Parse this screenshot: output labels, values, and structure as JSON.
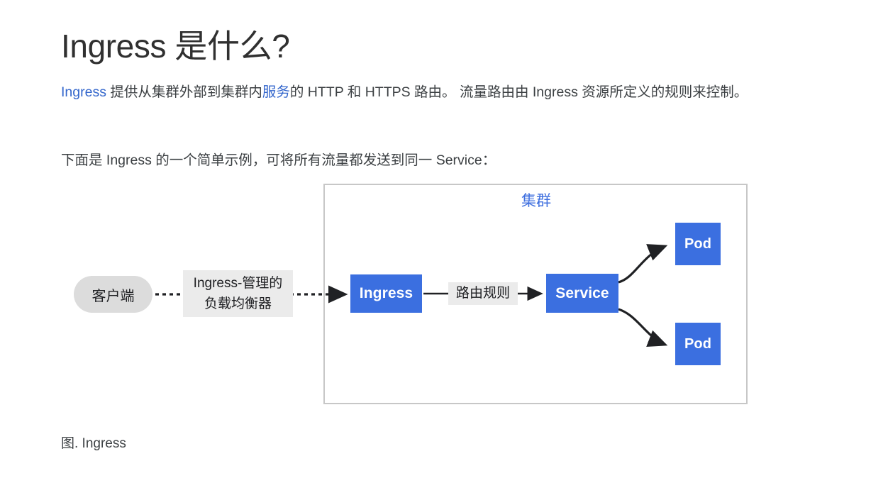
{
  "page": {
    "title": "Ingress 是什么?",
    "paragraphs": [
      {
        "segments": [
          {
            "text": "Ingress",
            "link": true
          },
          {
            "text": " 提供从集群外部到集群内",
            "link": false
          },
          {
            "text": "服务",
            "link": true
          },
          {
            "text": "的 HTTP 和 HTTPS 路由。 流量路由由 Ingress 资源所定义的规则来控制。",
            "link": false
          }
        ],
        "plain": "Ingress 提供从集群外部到集群内服务的 HTTP 和 HTTPS 路由。 流量路由由 Ingress 资源所定义的规则来控制。"
      },
      {
        "plain": "下面是 Ingress 的一个简单示例，可将所有流量都发送到同一 Service："
      }
    ],
    "figure_caption": "图. Ingress"
  },
  "links": {
    "ingress_label": "Ingress",
    "service_label": "服务"
  },
  "diagram": {
    "cluster_label": "集群",
    "nodes": {
      "client": "客户端",
      "ingress": "Ingress",
      "service": "Service",
      "pod_top": "Pod",
      "pod_bottom": "Pod"
    },
    "edge_labels": {
      "load_balancer_line1": "Ingress-管理的",
      "load_balancer_line2": "负载均衡器",
      "routing_rule": "路由规则"
    }
  },
  "colors": {
    "accent_blue": "#3b6fe0",
    "cluster_label_blue": "#3f6fdf",
    "link_blue": "#3366cc",
    "client_gray": "#dcdcdc",
    "edge_label_gray": "#ebebeb",
    "cluster_border_gray": "#c7c7c7",
    "text_dark": "#3c4043"
  }
}
